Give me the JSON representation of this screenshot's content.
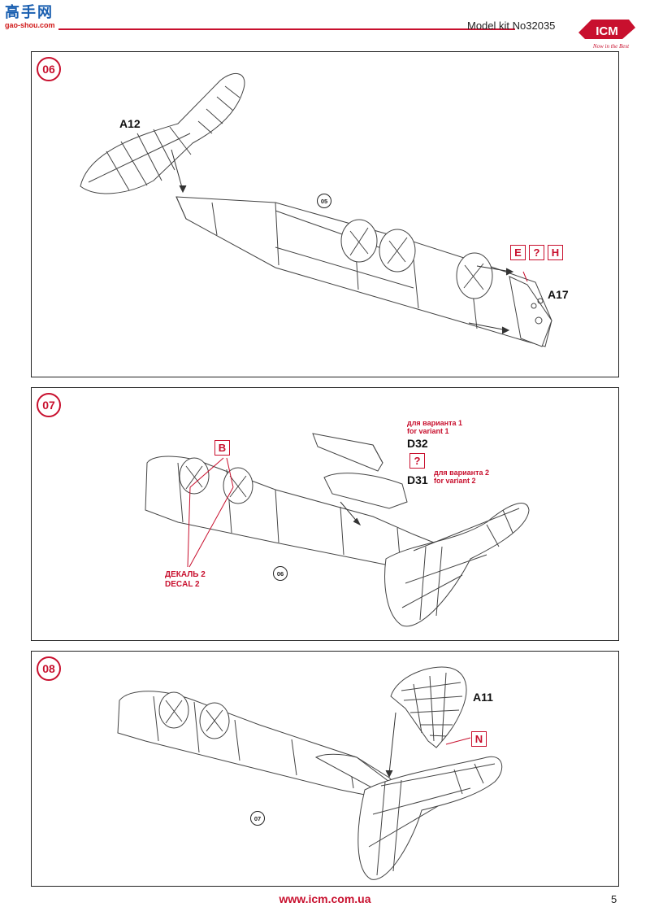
{
  "header": {
    "watermark_top": "高手网",
    "watermark_bottom": "gao-shou.com",
    "model_title": "Model kit No32035",
    "logo_text": "ICM",
    "logo_tagline": "Now in the Best"
  },
  "panels": [
    {
      "step": "06",
      "parts": {
        "a12": "A12",
        "a17": "A17"
      },
      "ref_step": "05",
      "paint_codes": [
        "E",
        "?",
        "H"
      ]
    },
    {
      "step": "07",
      "parts": {
        "d32": "D32",
        "d31": "D31"
      },
      "variant1_ru": "для варианта 1",
      "variant1_en": "for variant 1",
      "variant2_ru": "для варианта 2",
      "variant2_en": "for variant 2",
      "paint_b": "B",
      "paint_q": "?",
      "decal_ru": "ДЕКАЛЬ 2",
      "decal_en": "DECAL 2",
      "ref_step": "06"
    },
    {
      "step": "08",
      "parts": {
        "a11": "A11"
      },
      "paint_n": "N",
      "ref_step": "07"
    }
  ],
  "footer": {
    "url": "www.icm.com.ua",
    "page": "5"
  },
  "colors": {
    "accent": "#c8102e",
    "line": "#222222"
  }
}
